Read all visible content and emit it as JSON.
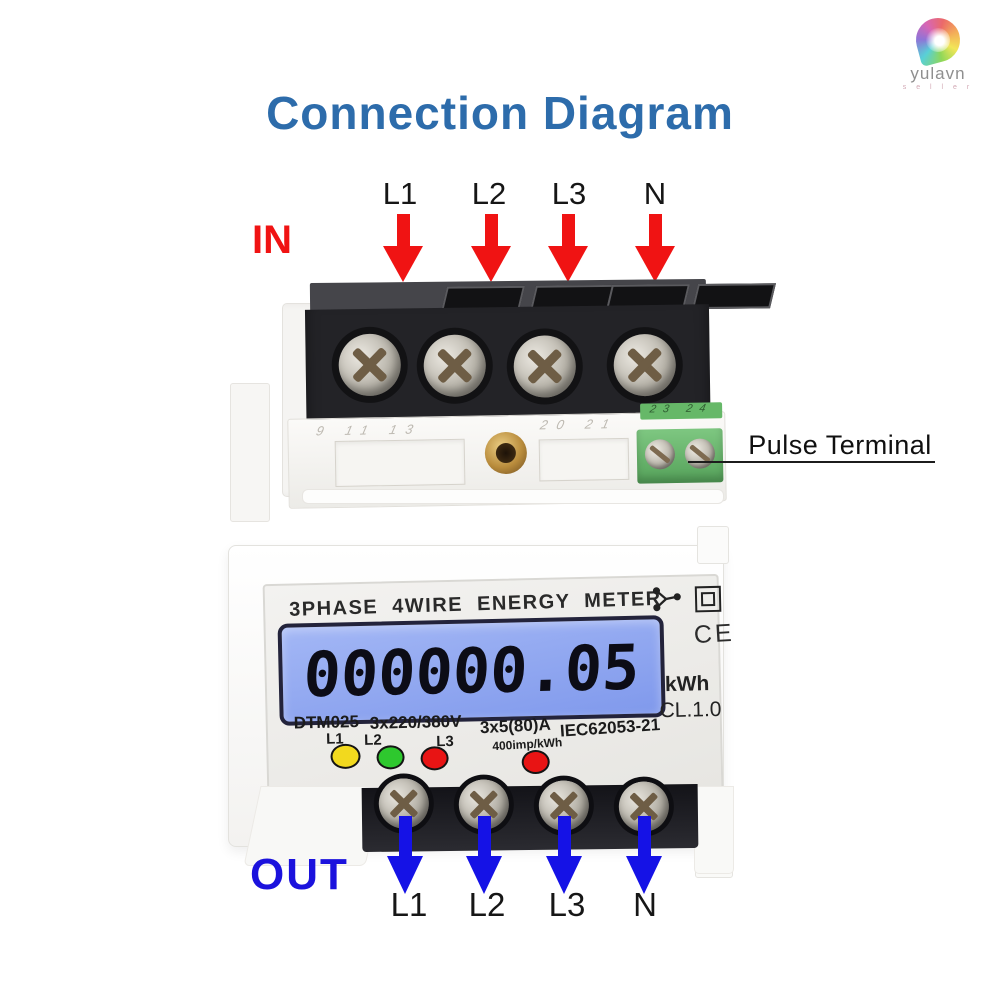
{
  "logo": {
    "name": "yulavn",
    "tagline": "s e l l e r"
  },
  "title": "Connection Diagram",
  "colors": {
    "title_blue": "#2d6cab",
    "in_red": "#f01313",
    "out_blue": "#1b12dd",
    "lcd_blue": "#8fa6f0",
    "pulse_terminal_green": "#66b868",
    "indicator_yellow": "#f2d91e",
    "indicator_green": "#2ec82e",
    "indicator_red": "#e81414"
  },
  "in_section": {
    "label": "IN",
    "terminals": [
      "L1",
      "L2",
      "L3",
      "N"
    ]
  },
  "out_section": {
    "label": "OUT",
    "terminals": [
      "L1",
      "L2",
      "L3",
      "N"
    ]
  },
  "pulse_callout": {
    "label": "Pulse Terminal"
  },
  "housing": {
    "terminal_numbers_left": "9  11  13",
    "terminal_numbers_mid": "20  21",
    "terminal_numbers_right": "23 24"
  },
  "meter_panel": {
    "heading": "3PHASE 4WIRE ENERGY METER",
    "lcd_value": "000000.05",
    "unit": "kWh",
    "accuracy_class": "CL.1.0",
    "model": "DTM025",
    "voltage": "3x220/380V",
    "current": "3x5(80)A",
    "standard": "IEC62053-21",
    "pulse_rate": "400imp/kWh",
    "ce_mark": "CE",
    "phase_indicators": [
      {
        "label": "L1",
        "color": "#f2d91e"
      },
      {
        "label": "L2",
        "color": "#2ec82e"
      },
      {
        "label": "L3",
        "color": "#e81414"
      }
    ],
    "icons": [
      "wye-network-icon",
      "double-insulation-icon",
      "ce-mark"
    ]
  }
}
